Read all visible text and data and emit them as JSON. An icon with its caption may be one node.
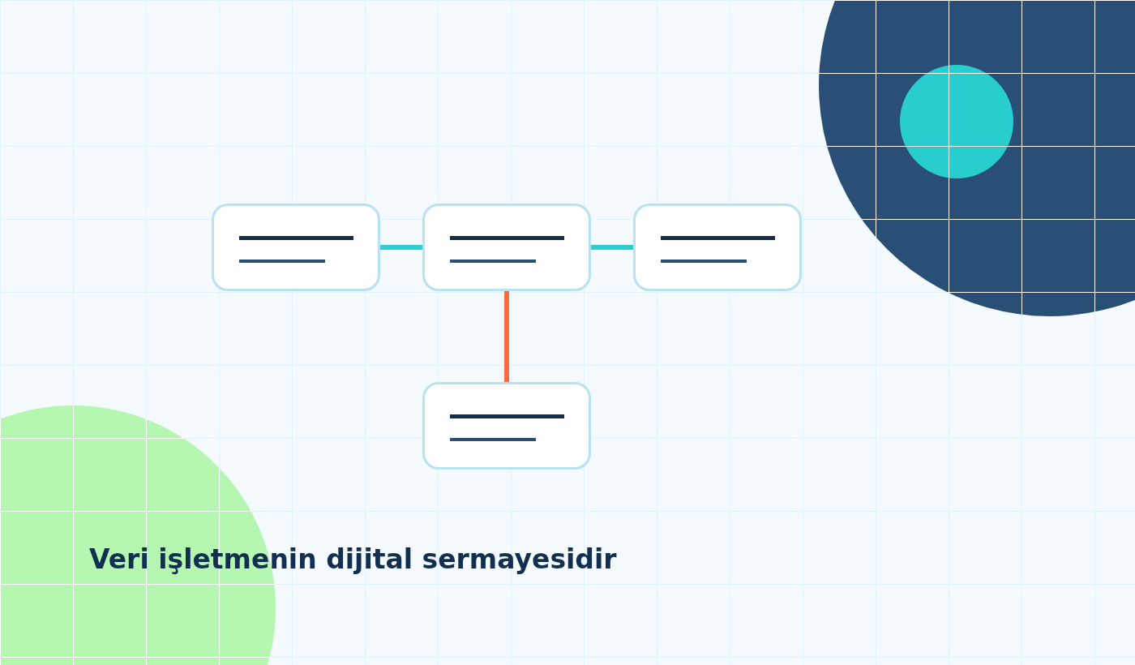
{
  "diagram": {
    "title": "Veri işletmenin dijital sermayesidir",
    "nodes": [
      {
        "text": [],
        "shape": "box"
      },
      {
        "text": [],
        "shape": "box"
      },
      {
        "text": [],
        "shape": "box"
      },
      {
        "text": [],
        "shape": "box"
      }
    ],
    "edges": [
      {
        "from": 0,
        "to": 1,
        "arrow": "none"
      },
      {
        "from": 1,
        "to": 2,
        "arrow": "none"
      },
      {
        "from": 1,
        "to": 3,
        "arrow": "none",
        "color": "#ff6b3d"
      }
    ]
  }
}
